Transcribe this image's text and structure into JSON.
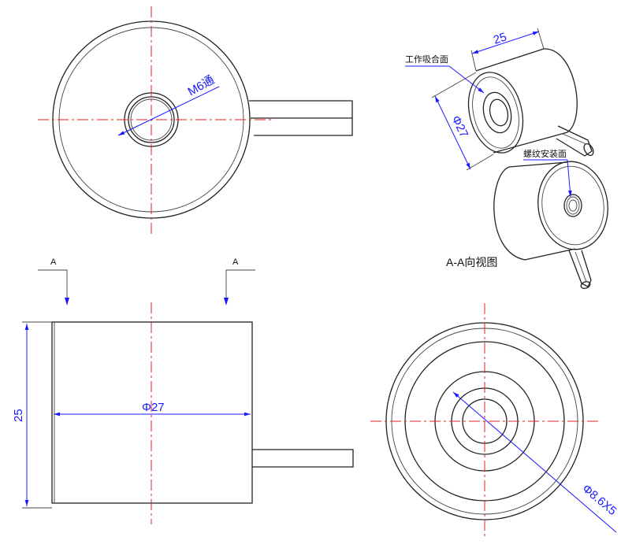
{
  "labels": {
    "dim_m6": "M6通",
    "dim_25_top": "25",
    "dim_27_iso": "Φ27",
    "dim_25_side": "25",
    "dim_27_side": "Φ27",
    "dim_86": "Φ8.6X5",
    "section_a_left": "A",
    "section_a_right": "A",
    "work_face": "工作吸合面",
    "thread_face": "螺纹安装面",
    "view_title": "A-A向视图"
  },
  "colors": {
    "outline": "#222222",
    "centerline": "#e02020",
    "dimension": "#1a1aff"
  }
}
